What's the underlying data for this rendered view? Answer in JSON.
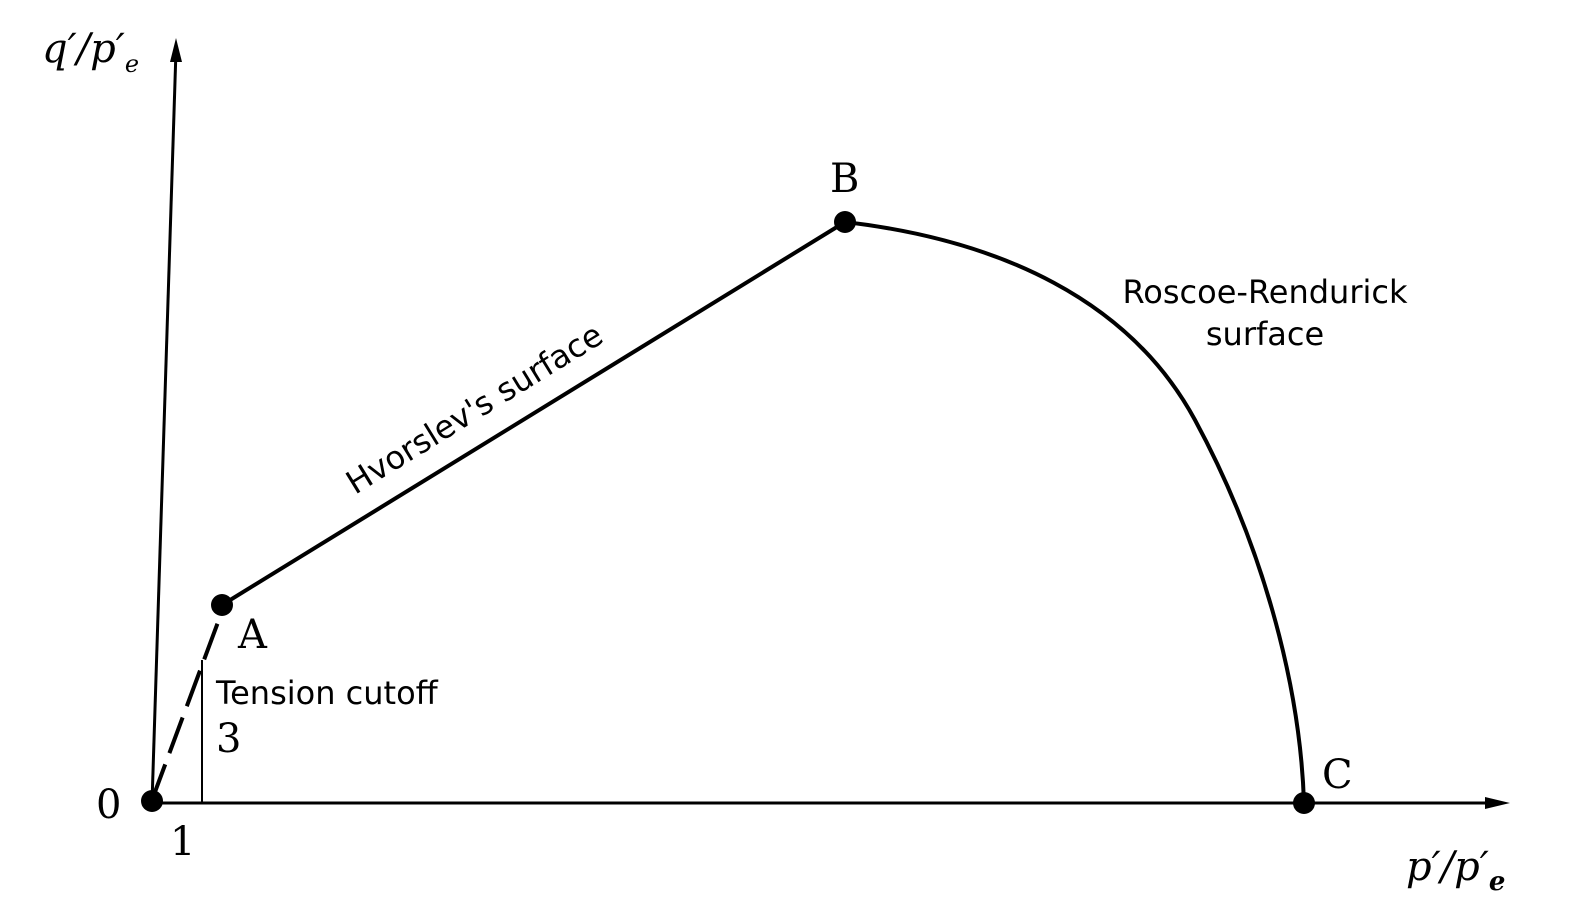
{
  "axes": {
    "y_label_main": "q′/p′",
    "y_label_sub": "e",
    "x_label_main": "p′/p′",
    "x_label_sub": "e",
    "origin_label": "0",
    "x_tick_label": "1",
    "vertical_tick_label": "3"
  },
  "points": {
    "A": "A",
    "B": "B",
    "C": "C"
  },
  "annotations": {
    "hvorslev": "Hvorslev's surface",
    "roscoe_line1": "Roscoe-Rendurick",
    "roscoe_line2": "surface",
    "tension": "Tension cutoff"
  }
}
